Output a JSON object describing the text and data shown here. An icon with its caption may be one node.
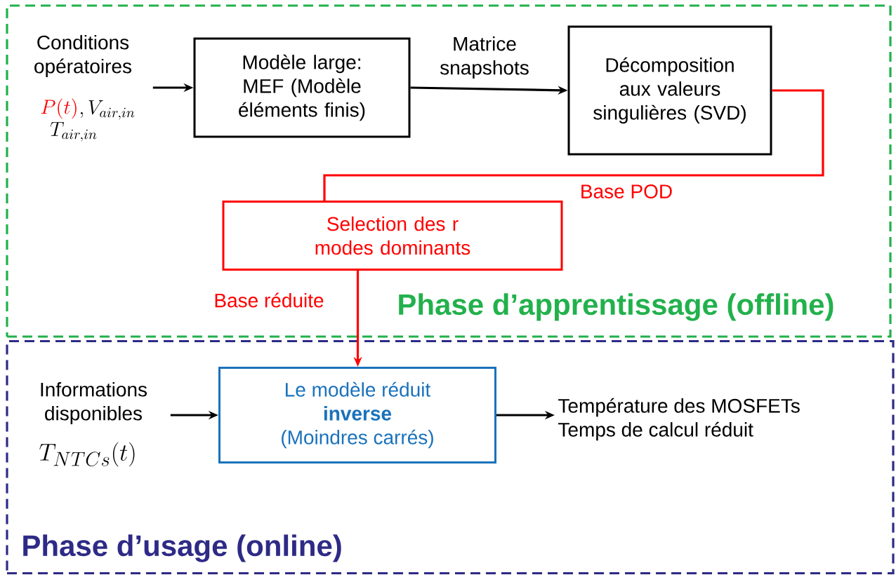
{
  "diagram": {
    "nodes": [
      {
        "text": [
          "Phase d’apprentissage (offline)"
        ]
      },
      {
        "text": [
          "Conditions opératoires",
          "P(t)",
          ",V_{air,in}",
          "T_{air,in}"
        ],
        "in": 0
      },
      {
        "text": [
          "Modèle large: MEF (Modèle éléments finis)"
        ],
        "in": 0
      },
      {
        "text": [
          "Décomposition aux valeurs singulières (SVD)"
        ],
        "in": 0
      },
      {
        "text": [
          "Selection des r modes dominants"
        ],
        "in": 0
      },
      {
        "text": [
          "Phase d’usage (online)"
        ]
      },
      {
        "text": [
          "Informations disponibles",
          "T_{NTCs}(t)"
        ],
        "in": 5
      },
      {
        "text": [
          "Le modèle réduit",
          "inverse",
          "(Moindres carrés)"
        ],
        "in": 5
      },
      {
        "text": [
          "Température des MOSFETs",
          "Temps de calcul réduit"
        ],
        "in": 5
      }
    ],
    "edges": [
      {
        "from": 1,
        "to": 2,
        "arrow": "to"
      },
      {
        "from": 2,
        "to": 3,
        "arrow": "to",
        "label": "Matrice snapshots"
      },
      {
        "from": 3,
        "to": 4,
        "arrow": "none",
        "label": "Base POD",
        "color": "#ff0000"
      },
      {
        "from": 4,
        "to": 7,
        "arrow": "to",
        "label": "Base réduite",
        "color": "#ff0000"
      },
      {
        "from": 6,
        "to": 7,
        "arrow": "to"
      },
      {
        "from": 7,
        "to": 8,
        "arrow": "to"
      }
    ]
  }
}
